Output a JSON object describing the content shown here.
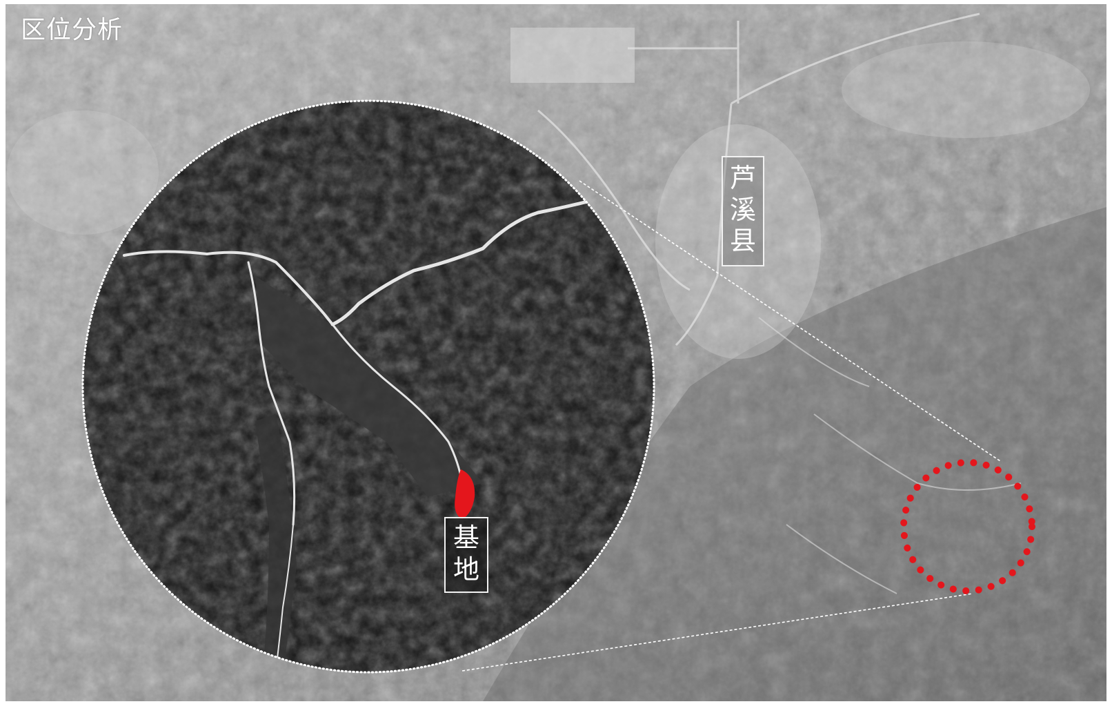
{
  "title": "区位分析",
  "labels": {
    "county": [
      "芦",
      "溪",
      "县"
    ],
    "site": [
      "基",
      "地"
    ]
  },
  "colors": {
    "satellite_light": "#9a9a9a",
    "satellite_dark": "#6c6c6c",
    "inset_background": "#161616",
    "river": "#e8e8e8",
    "site_marker": "#e4161c",
    "dotted_outline": "#ffffff"
  },
  "icons": {
    "site_marker": "red-site-patch",
    "target_ring": "red-dotted-circle"
  }
}
